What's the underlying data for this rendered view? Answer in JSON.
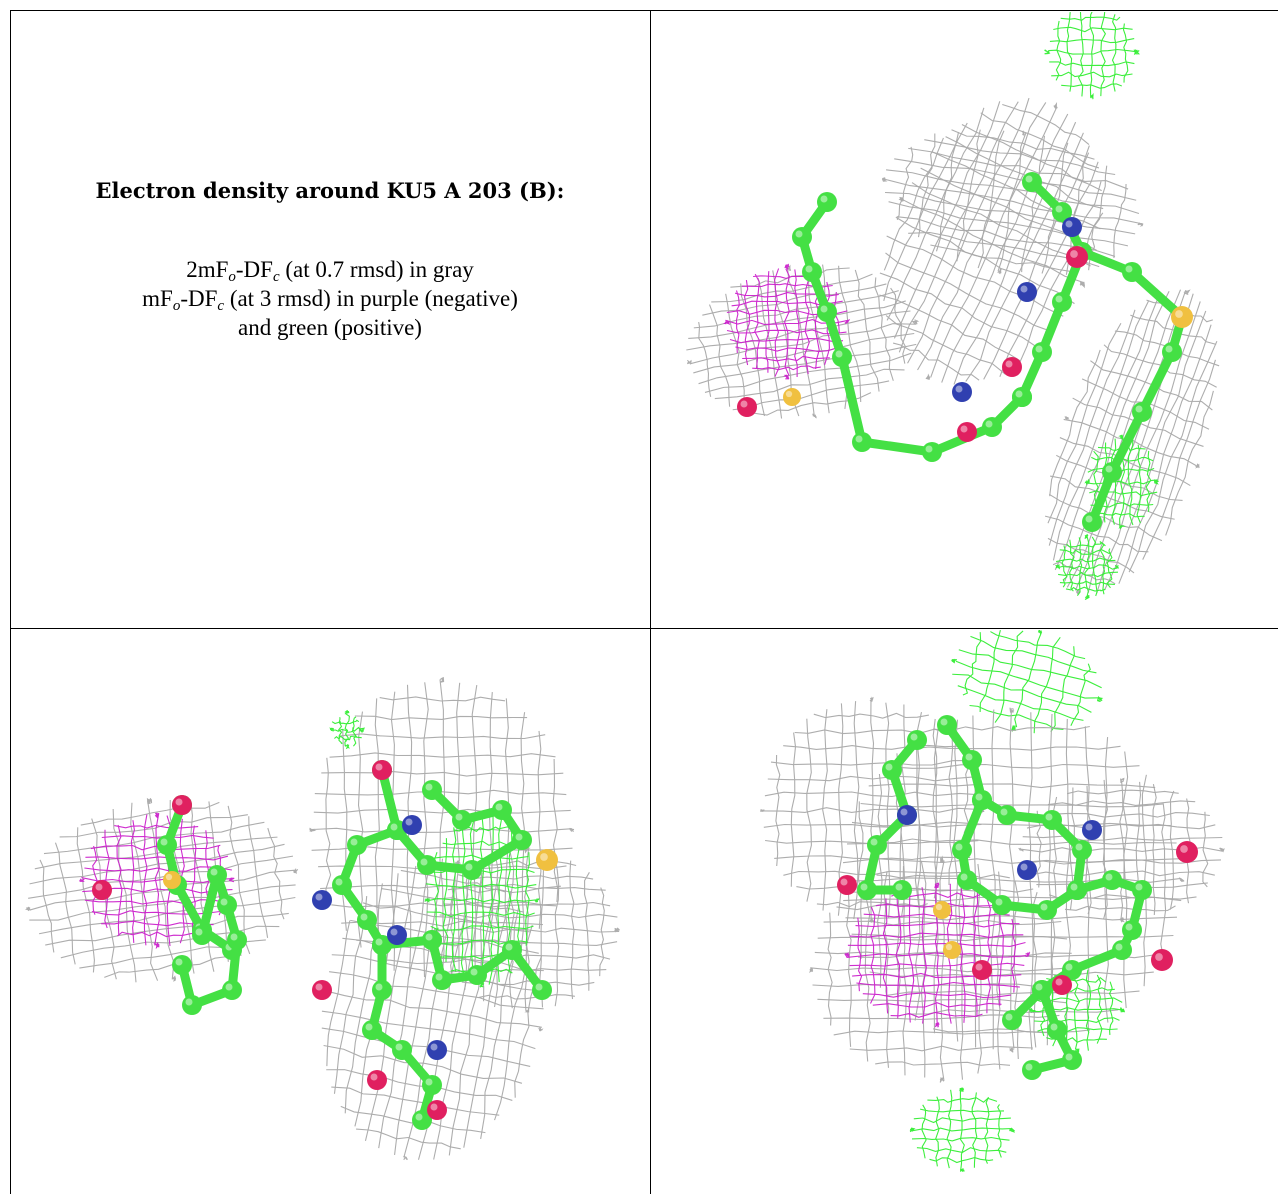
{
  "caption": {
    "title": "Electron density around KU5 A 203 (B):",
    "line1": {
      "pre": "2mF",
      "sub1": "o",
      "mid": "-DF",
      "sub2": "c",
      "post": " (at 0.7 rmsd) in gray"
    },
    "line2": {
      "pre": "mF",
      "sub1": "o",
      "mid": "-DF",
      "sub2": "c",
      "post": " (at 3 rmsd) in purple (negative)"
    },
    "line3": "and green (positive)"
  },
  "panels": [
    {
      "id": "top-right",
      "view": "density-view-1"
    },
    {
      "id": "bottom-left",
      "view": "density-view-2"
    },
    {
      "id": "bottom-right",
      "view": "density-view-3"
    }
  ],
  "colors": {
    "density_2fofc": "#a9a9a9",
    "density_negative": "#cc22cc",
    "density_positive": "#33ee33",
    "carbon": "#44e044",
    "oxygen": "#e02060",
    "nitrogen": "#3040b0",
    "sulfur": "#f0c040"
  }
}
